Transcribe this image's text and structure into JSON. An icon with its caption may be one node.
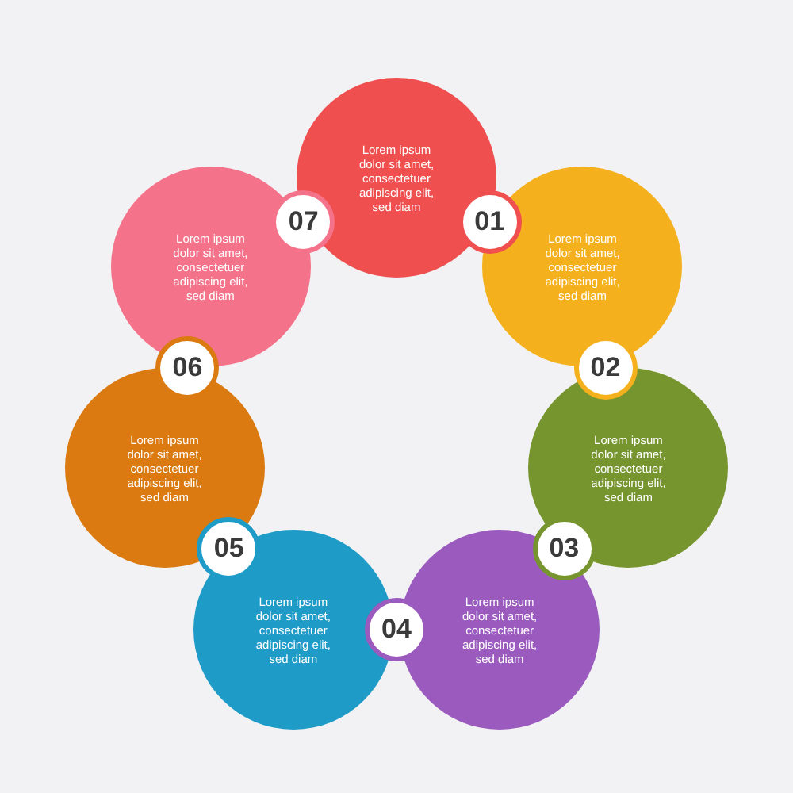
{
  "diagram": {
    "nodes": [
      {
        "text": [
          "Lorem ipsum dolor sit amet, consectetuer adipiscing elit, sed diam"
        ]
      },
      {
        "text": [
          "01"
        ]
      },
      {
        "text": [
          "Lorem ipsum dolor sit amet, consectetuer adipiscing elit, sed diam"
        ]
      },
      {
        "text": [
          "02"
        ]
      },
      {
        "text": [
          "Lorem ipsum dolor sit amet, consectetuer adipiscing elit, sed diam"
        ]
      },
      {
        "text": [
          "03"
        ]
      },
      {
        "text": [
          "Lorem ipsum dolor sit amet, consectetuer adipiscing elit, sed diam"
        ]
      },
      {
        "text": [
          "04"
        ]
      },
      {
        "text": [
          "Lorem ipsum dolor sit amet, consectetuer adipiscing elit, sed diam"
        ]
      },
      {
        "text": [
          "05"
        ]
      },
      {
        "text": [
          "Lorem ipsum dolor sit amet, consectetuer adipiscing elit, sed diam"
        ]
      },
      {
        "text": [
          "06"
        ]
      },
      {
        "text": [
          "Lorem ipsum dolor sit amet, consectetuer adipiscing elit, sed diam"
        ]
      },
      {
        "text": [
          "07"
        ]
      }
    ],
    "edges": []
  }
}
